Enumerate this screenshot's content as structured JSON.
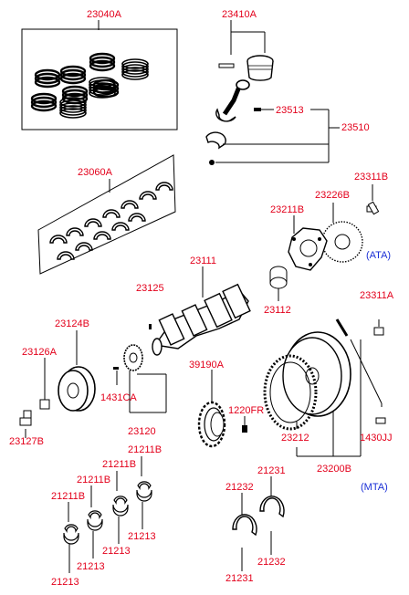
{
  "labels": {
    "p23040A": "23040A",
    "p23410A": "23410A",
    "p23513": "23513",
    "p23510": "23510",
    "p23060A": "23060A",
    "p23311B": "23311B",
    "p23226B": "23226B",
    "p23211B": "23211B",
    "ata": "(ATA)",
    "p23111": "23111",
    "p23112": "23112",
    "p23125": "23125",
    "p23311A": "23311A",
    "p23124B": "23124B",
    "p23126A": "23126A",
    "p1431CA": "1431CA",
    "p39190A": "39190A",
    "p1220FR": "1220FR",
    "p23212": "23212",
    "p1430JJ": "1430JJ",
    "p23127B": "23127B",
    "p23120": "23120",
    "p23200B": "23200B",
    "mta": "(MTA)",
    "p21211B_1": "21211B",
    "p21211B_2": "21211B",
    "p21211B_3": "21211B",
    "p21211B_4": "21211B",
    "p21231_top": "21231",
    "p21232_top": "21232",
    "p21213_1": "21213",
    "p21213_2": "21213",
    "p21213_3": "21213",
    "p21213_4": "21213",
    "p21232_bot": "21232",
    "p21231_bot": "21231"
  },
  "colors": {
    "callout": "#e3001b",
    "transmission_note": "#1a2fd6",
    "line": "#000000"
  }
}
